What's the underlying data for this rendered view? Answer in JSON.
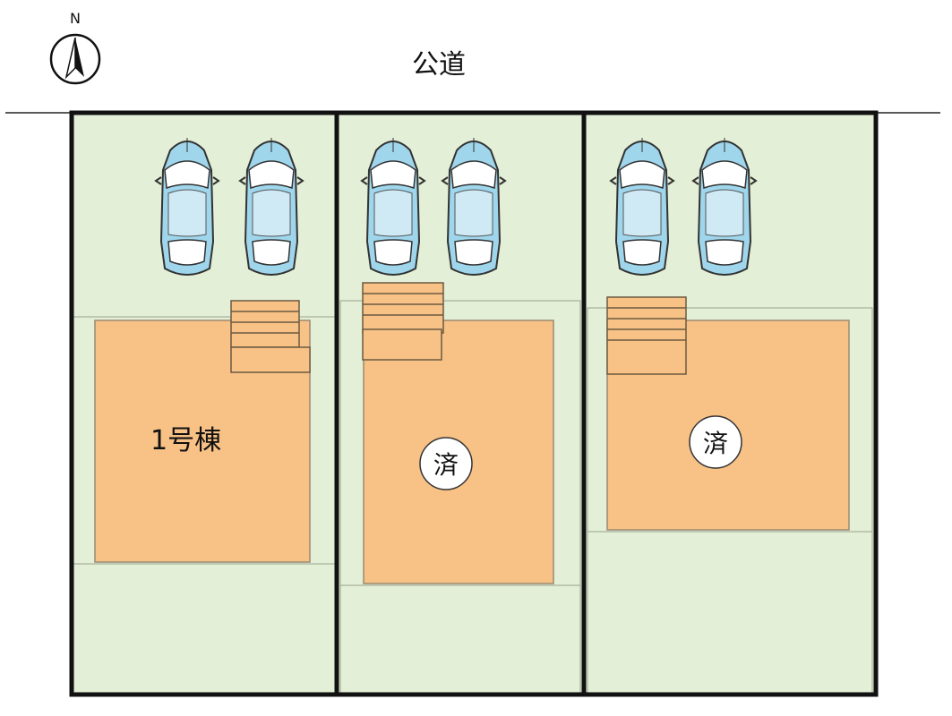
{
  "north_label": "N",
  "road_label": "公道",
  "colors": {
    "lot": "#e3efd6",
    "house": "#f8c186",
    "boundary": "#111111",
    "car_glass": "#9fd6ec",
    "car_body": "#eaf6fb"
  },
  "lots": [
    {
      "label": "1号棟",
      "status": ""
    },
    {
      "label": "",
      "status": "済"
    },
    {
      "label": "",
      "status": "済"
    }
  ]
}
